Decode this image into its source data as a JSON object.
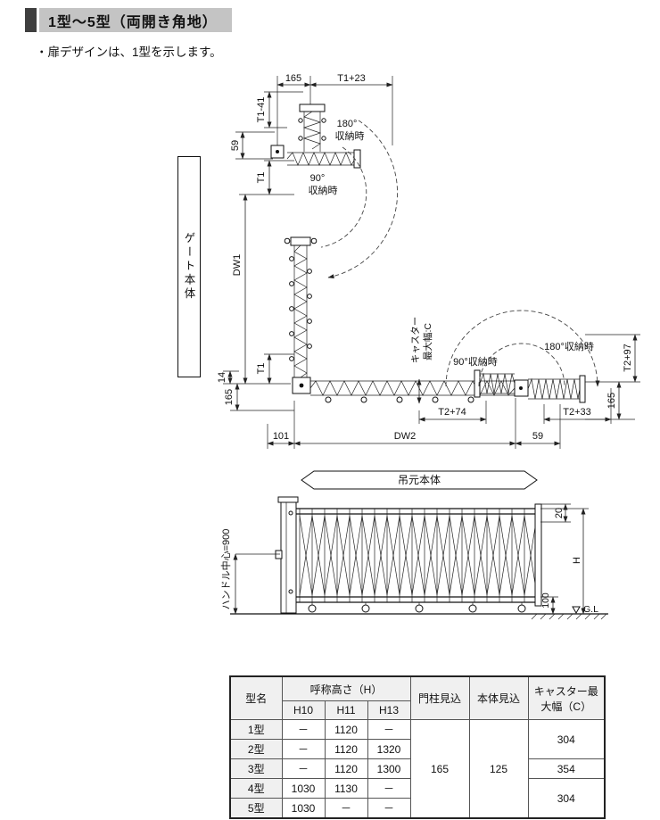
{
  "header": {
    "title": "1型～5型（両開き角地）"
  },
  "note": "・扉デザインは、1型を示します。",
  "plan": {
    "gate_body": "ゲート本体",
    "hanging_body": "吊元本体",
    "caster_line1": "キャスター",
    "caster_line2": "最大幅:C",
    "stored_180_top_line1": "180°",
    "stored_180_top_line2": "収納時",
    "stored_90_top_line1": "90°",
    "stored_90_top_line2": "収納時",
    "stored_90_right": "90°収納時",
    "stored_180_right": "180°収納時",
    "dims": {
      "top_165": "165",
      "t1_plus_23": "T1+23",
      "t1_minus_41": "T1-41",
      "top_59": "59",
      "t1_upper": "T1",
      "dw1": "DW1",
      "d14": "14",
      "t1_lower": "T1",
      "left_165": "165",
      "t2_plus_97": "T2+97",
      "right_165": "165",
      "t2_plus_74": "T2+74",
      "t2_plus_33": "T2+33",
      "d101": "101",
      "dw2": "DW2",
      "bottom_59": "59"
    }
  },
  "elevation": {
    "handle_center": "ハンドル中心=900",
    "d20": "20",
    "h": "H",
    "d100": "100",
    "gl": "G.L"
  },
  "table": {
    "headers": {
      "type": "型名",
      "height": "呼称高さ（H）",
      "h10": "H10",
      "h11": "H11",
      "h13": "H13",
      "post_depth": "門柱見込",
      "body_depth": "本体見込",
      "caster": "キャスター最大幅（C）"
    },
    "rows": [
      {
        "name": "1型",
        "h10": "－",
        "h11": "1120",
        "h13": "－"
      },
      {
        "name": "2型",
        "h10": "－",
        "h11": "1120",
        "h13": "1320"
      },
      {
        "name": "3型",
        "h10": "－",
        "h11": "1120",
        "h13": "1300"
      },
      {
        "name": "4型",
        "h10": "1030",
        "h11": "1130",
        "h13": "－"
      },
      {
        "name": "5型",
        "h10": "1030",
        "h11": "－",
        "h13": "－"
      }
    ],
    "post_depth_value": "165",
    "body_depth_value": "125",
    "caster_values": {
      "top": "304",
      "mid": "354",
      "bottom": "304"
    }
  }
}
